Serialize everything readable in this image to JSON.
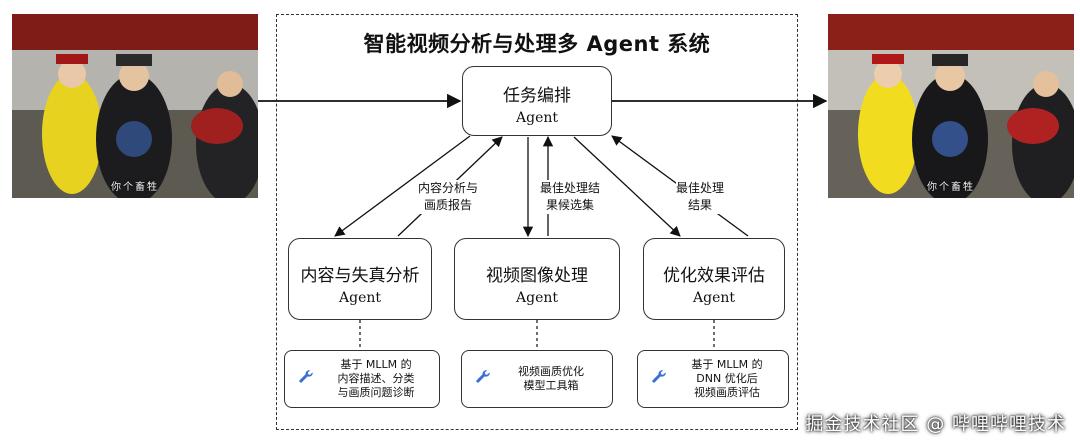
{
  "title": "智能视频分析与处理多 Agent 系统",
  "input_image": {
    "subtitle": "你个畜牲"
  },
  "output_image": {
    "subtitle": "你个畜牲"
  },
  "nodes": {
    "orchestrator": {
      "title": "任务编排",
      "subtitle": "Agent"
    },
    "analysis": {
      "title": "内容与失真分析",
      "subtitle": "Agent"
    },
    "processing": {
      "title": "视频图像处理",
      "subtitle": "Agent"
    },
    "evaluation": {
      "title": "优化效果评估",
      "subtitle": "Agent"
    }
  },
  "edge_labels": {
    "analysis_report": [
      "内容分析与",
      "画质报告"
    ],
    "best_candidates": [
      "最佳处理结",
      "果候选集"
    ],
    "best_result": [
      "最佳处理",
      "结果"
    ]
  },
  "tools": {
    "analysis": [
      "基于 MLLM 的",
      "内容描述、分类",
      "与画质问题诊断"
    ],
    "processing": [
      "视频画质优化",
      "模型工具箱"
    ],
    "evaluation": [
      "基于 MLLM 的",
      "DNN 优化后",
      "视频画质评估"
    ]
  },
  "watermark": "掘金技术社区 @ 哔哩哔哩技术",
  "colors": {
    "wrench": "#3a6fd8",
    "stroke": "#222222"
  }
}
